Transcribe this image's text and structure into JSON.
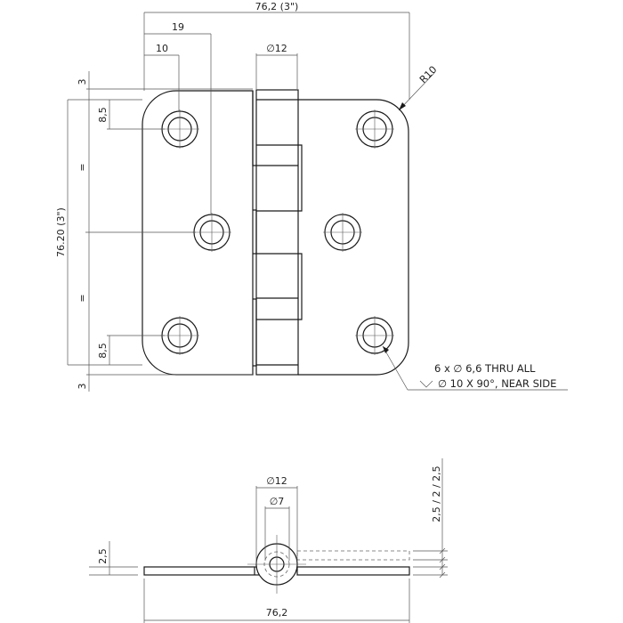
{
  "drawing": {
    "title": "Butt hinge 76.2 x 76.2 technical drawing",
    "line_color": "#1a1a1a",
    "background": "#ffffff"
  },
  "front_view": {
    "dims": {
      "overall_width": "76,2 (3\")",
      "hole_offset_outer": "19",
      "hole_offset_inner": "10",
      "knuckle_diameter": "∅12",
      "corner_radius": "R10",
      "overall_height": "76.20 (3\")",
      "top_clearance": "3",
      "bottom_clearance": "3",
      "top_hole_offset": "8,5",
      "bottom_hole_offset": "8,5",
      "equal_upper": "=",
      "equal_lower": "="
    },
    "hole_callout": {
      "line1": "6 x ∅ 6,6 THRU ALL",
      "line2": "∅ 10 X 90°, NEAR SIDE",
      "countersink_symbol": "countersink-icon"
    }
  },
  "side_view": {
    "dims": {
      "knuckle_outer_diameter": "∅12",
      "pin_diameter": "∅7",
      "leaf_thickness": "2,5",
      "overall_width": "76,2",
      "stack": "2,5 / 2 / 2,5"
    }
  }
}
